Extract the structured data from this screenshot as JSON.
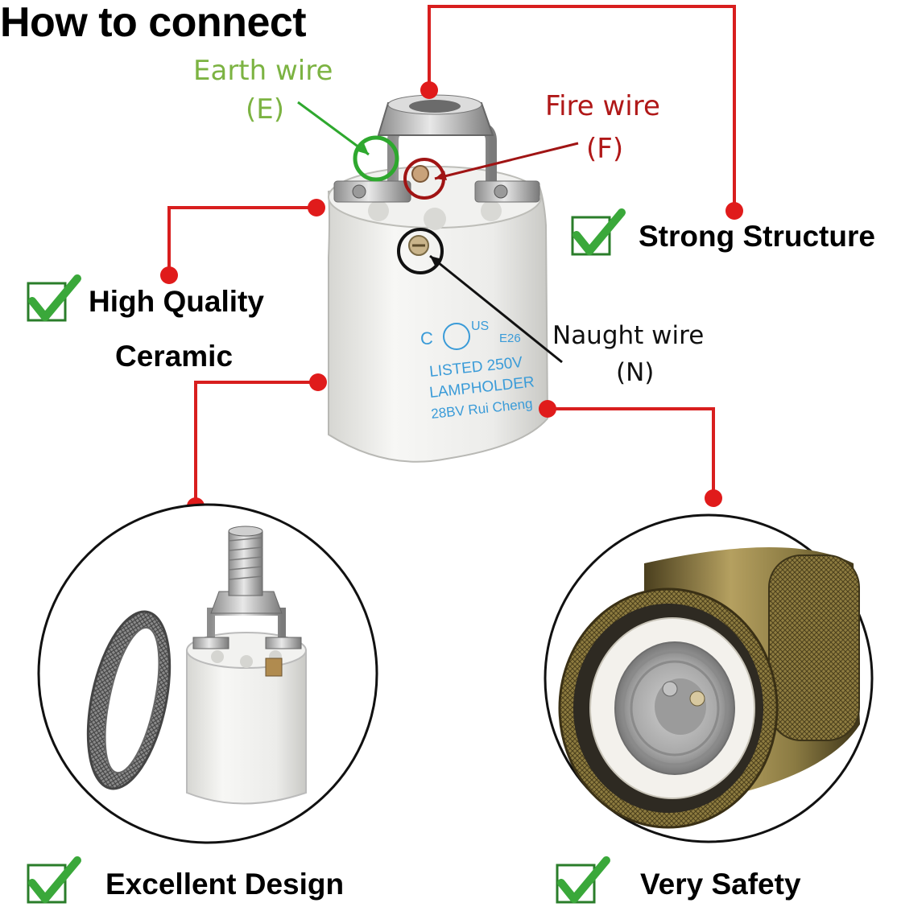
{
  "title": "How to connect",
  "wires": {
    "earth": {
      "name": "Earth wire",
      "code": "(E)"
    },
    "fire": {
      "name": "Fire wire",
      "code": "(F)"
    },
    "naught": {
      "name": "Naught wire",
      "code": "(N)"
    }
  },
  "features": {
    "strong": "Strong Structure",
    "quality_line1": "High Quality",
    "quality_line2": "Ceramic",
    "design": "Excellent Design",
    "safety": "Very Safety"
  },
  "socket_print": {
    "line1": "C",
    "line2": "US",
    "line3": "E26",
    "line4": "LISTED 250V",
    "line5": "LAMPHOLDER",
    "line6": "28BV Rui Cheng"
  },
  "colors": {
    "leader_red": "#d81e1e",
    "earth_green": "#2ea82e",
    "fire_red": "#a01414",
    "check_green": "#3aa83a",
    "print_blue": "#3a9bd8"
  },
  "icons": [
    "check-box-icon"
  ]
}
